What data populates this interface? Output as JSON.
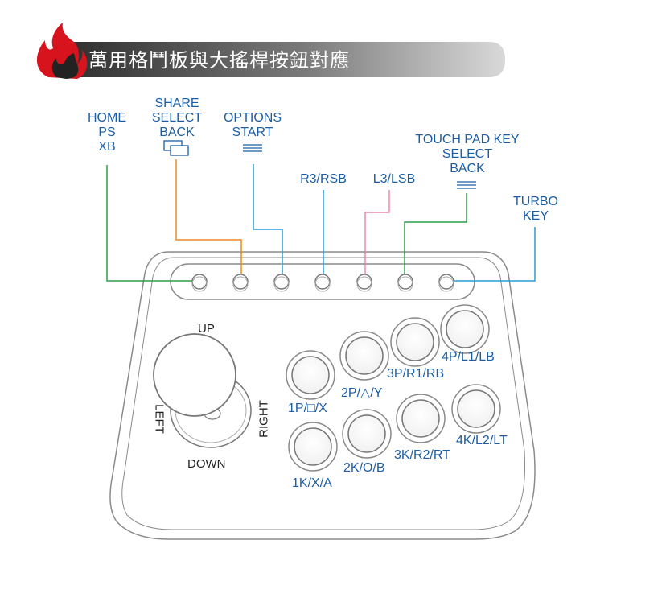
{
  "header": {
    "title": "萬用格鬥板與大搖桿按鈕對應"
  },
  "top_labels": {
    "home": [
      "HOME",
      "PS",
      "XB"
    ],
    "share": [
      "SHARE",
      "SELECT",
      "BACK"
    ],
    "options": [
      "OPTIONS",
      "START"
    ],
    "r3": "R3/RSB",
    "l3": "L3/LSB",
    "touchpad": [
      "TOUCH PAD KEY",
      "SELECT",
      "BACK"
    ],
    "turbo": [
      "TURBO",
      "KEY"
    ]
  },
  "joystick": {
    "up": "UP",
    "down": "DOWN",
    "left": "LEFT",
    "right": "RIGHT"
  },
  "buttons": {
    "1p": "1P/□/X",
    "2p": "2P/△/Y",
    "3p": "3P/R1/RB",
    "4p": "4P/L1/LB",
    "1k": "1K/X/A",
    "2k": "2K/O/B",
    "3k": "3K/R2/RT",
    "4k": "4K/L2/LT"
  },
  "colors": {
    "text_blue": "#1b5ea6",
    "line_green": "#2e9d47",
    "line_orange": "#ef8a1e",
    "line_blue": "#2a9bd7",
    "line_pink": "#e98bb0",
    "flame_red": "#d7141d",
    "header_gray": "#5a5a5a"
  },
  "icons": [
    "flame-icon",
    "share-icon",
    "menu-icon"
  ]
}
